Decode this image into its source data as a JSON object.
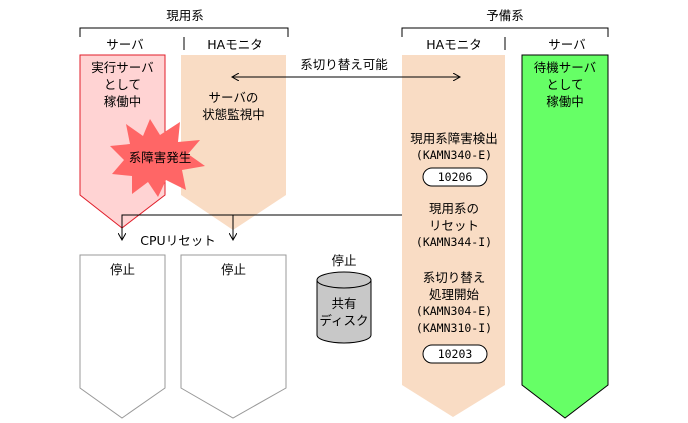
{
  "groups": {
    "active": "現用系",
    "standby": "予備系"
  },
  "columns": {
    "active_server": "サーバ",
    "active_ha": "HAモニタ",
    "standby_ha": "HAモニタ",
    "standby_server": "サーバ"
  },
  "active_server_status": [
    "実行サーバ",
    "として",
    "稼働中"
  ],
  "active_ha_status": [
    "サーバの",
    "状態監視中"
  ],
  "switchable_label": "系切り替え可能",
  "failure_label": "系障害発生",
  "standby_ha": {
    "detect": [
      "現用系障害検出",
      "(KAMN340-E)"
    ],
    "detect_code": "10206",
    "reset": [
      "現用系の",
      "リセット",
      "(KAMN344-I)"
    ],
    "switch": [
      "系切り替え",
      "処理開始",
      "(KAMN304-E)",
      "(KAMN310-I)"
    ],
    "switch_code": "10203"
  },
  "standby_server_status": [
    "待機サーバ",
    "として",
    "稼働中"
  ],
  "cpu_reset_label": "CPUリセット",
  "stopped_server": "停止",
  "stopped_ha": "停止",
  "disk_status": "停止",
  "disk_label": [
    "共有",
    "ディスク"
  ],
  "colors": {
    "active_server_fill": "#ffd3d3",
    "active_server_stroke": "#e01e2a",
    "ha_fill": "#f9dcc4",
    "standby_server_fill": "#66ff66",
    "burst_fill": "#ff6666",
    "disk_fill": "#c8c8c8"
  }
}
